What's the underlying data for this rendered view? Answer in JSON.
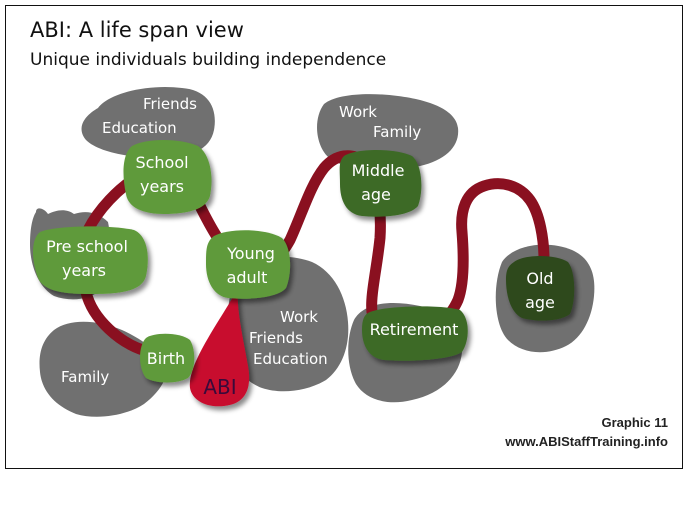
{
  "title": "ABI: A life span view",
  "subtitle": "Unique individuals building independence",
  "stages": {
    "birth": "Birth",
    "preschool": [
      "Pre school",
      "years"
    ],
    "school": [
      "School",
      "years"
    ],
    "young_adult": [
      "Young",
      "adult"
    ],
    "middle_age": [
      "Middle",
      "age"
    ],
    "retirement": "Retirement",
    "old_age": [
      "Old",
      "age"
    ]
  },
  "contexts": {
    "family_left": "Family",
    "friends_top": "Friends",
    "education_top": "Education",
    "work_bottom": "Work",
    "friends_bottom": "Friends",
    "education_bottom": "Education",
    "work_top": "Work",
    "family_top": "Family"
  },
  "abi_label": "ABI",
  "footer": {
    "graphic": "Graphic 11",
    "url": "www.ABIStaffTraining.info"
  },
  "colors": {
    "path": "#8a1020",
    "blob_gray": "#707070",
    "stage_green": "#5f9a3a",
    "stage_dark_green": "#3c6a28",
    "stage_darkest": "#2e4a1e",
    "abi_red": "#c8102e",
    "abi_text": "#3a0a3a"
  }
}
